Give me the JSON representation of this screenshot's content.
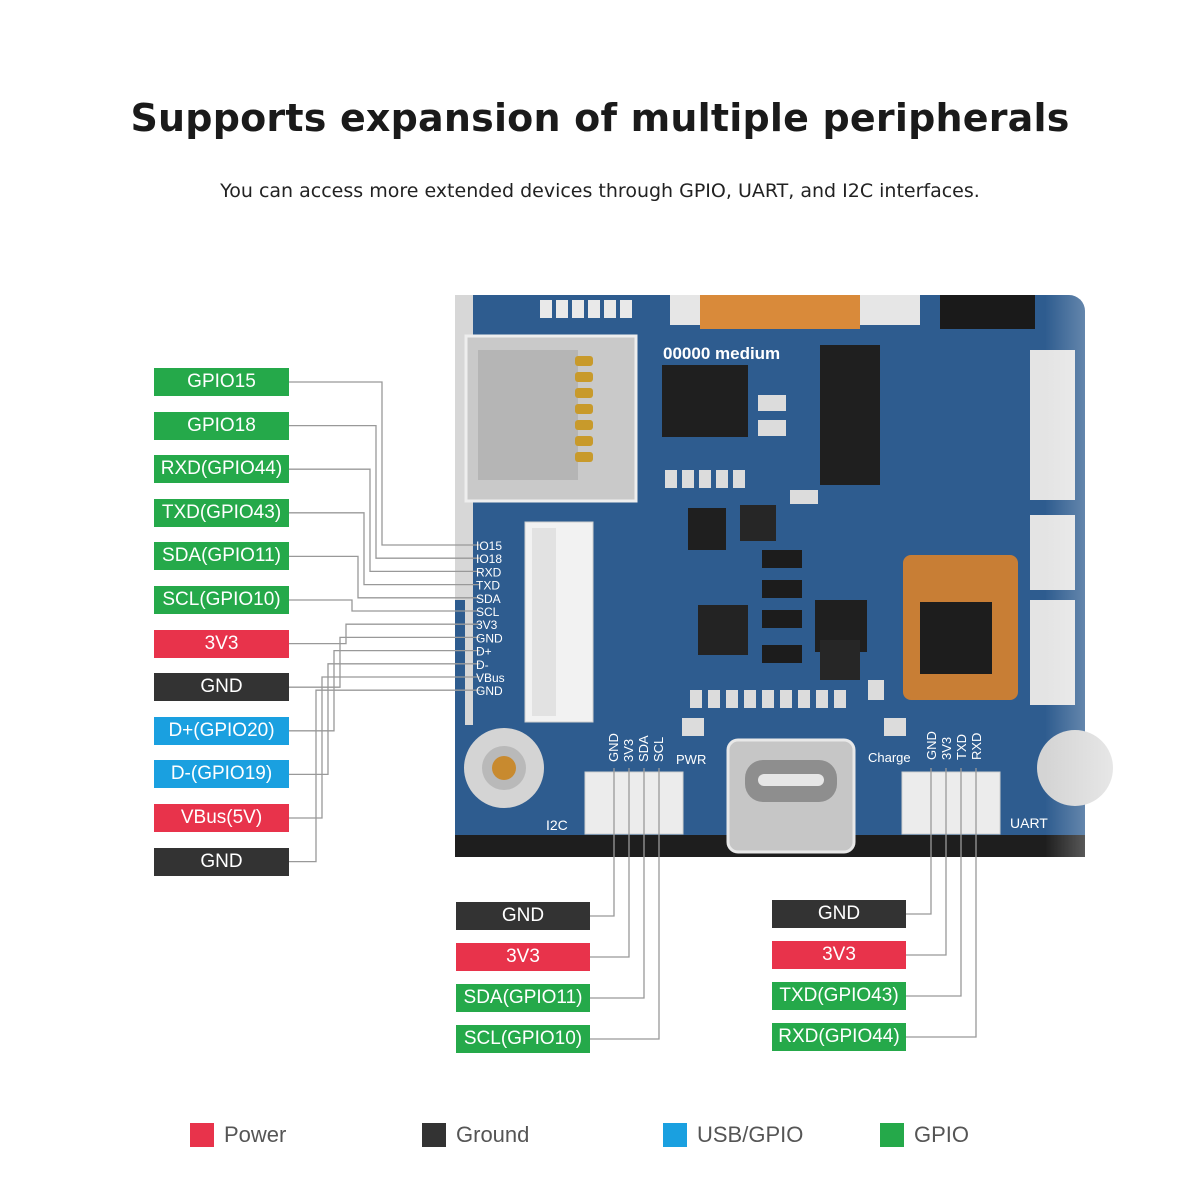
{
  "header": {
    "title": "Supports expansion of multiple peripherals",
    "subtitle": "You can access more extended devices through GPIO, UART, and I2C interfaces."
  },
  "colors": {
    "power": "#e8334b",
    "ground": "#333333",
    "usb_gpio": "#1aa0e0",
    "gpio": "#25a94a",
    "board": "#2e5c8f"
  },
  "left_pins": [
    {
      "label": "GPIO15",
      "type": "gpio"
    },
    {
      "label": "GPIO18",
      "type": "gpio"
    },
    {
      "label": "RXD(GPIO44)",
      "type": "gpio"
    },
    {
      "label": "TXD(GPIO43)",
      "type": "gpio"
    },
    {
      "label": "SDA(GPIO11)",
      "type": "gpio"
    },
    {
      "label": "SCL(GPIO10)",
      "type": "gpio"
    },
    {
      "label": "3V3",
      "type": "power"
    },
    {
      "label": "GND",
      "type": "ground"
    },
    {
      "label": "D+(GPIO20)",
      "type": "usb_gpio"
    },
    {
      "label": "D-(GPIO19)",
      "type": "usb_gpio"
    },
    {
      "label": "VBus(5V)",
      "type": "power"
    },
    {
      "label": "GND",
      "type": "ground"
    }
  ],
  "i2c_pins": [
    {
      "label": "GND",
      "type": "ground"
    },
    {
      "label": "3V3",
      "type": "power"
    },
    {
      "label": "SDA(GPIO11)",
      "type": "gpio"
    },
    {
      "label": "SCL(GPIO10)",
      "type": "gpio"
    }
  ],
  "uart_pins": [
    {
      "label": "GND",
      "type": "ground"
    },
    {
      "label": "3V3",
      "type": "power"
    },
    {
      "label": "TXD(GPIO43)",
      "type": "gpio"
    },
    {
      "label": "RXD(GPIO44)",
      "type": "gpio"
    }
  ],
  "board": {
    "header_pins": [
      "IO15",
      "IO18",
      "RXD",
      "TXD",
      "SDA",
      "SCL",
      "3V3",
      "GND",
      "D+",
      "D-",
      "VBus",
      "GND"
    ],
    "i2c_pins": [
      "GND",
      "3V3",
      "SDA",
      "SCL"
    ],
    "uart_pins": [
      "GND",
      "3V3",
      "TXD",
      "RXD"
    ],
    "i2c_label": "I2C",
    "uart_label": "UART",
    "pwr_label": "PWR",
    "charge_label": "Charge",
    "chip_text": "00000 medium"
  },
  "legend": [
    {
      "label": "Power",
      "color": "#e8334b"
    },
    {
      "label": "Ground",
      "color": "#333333"
    },
    {
      "label": "USB/GPIO",
      "color": "#1aa0e0"
    },
    {
      "label": "GPIO",
      "color": "#25a94a"
    }
  ]
}
